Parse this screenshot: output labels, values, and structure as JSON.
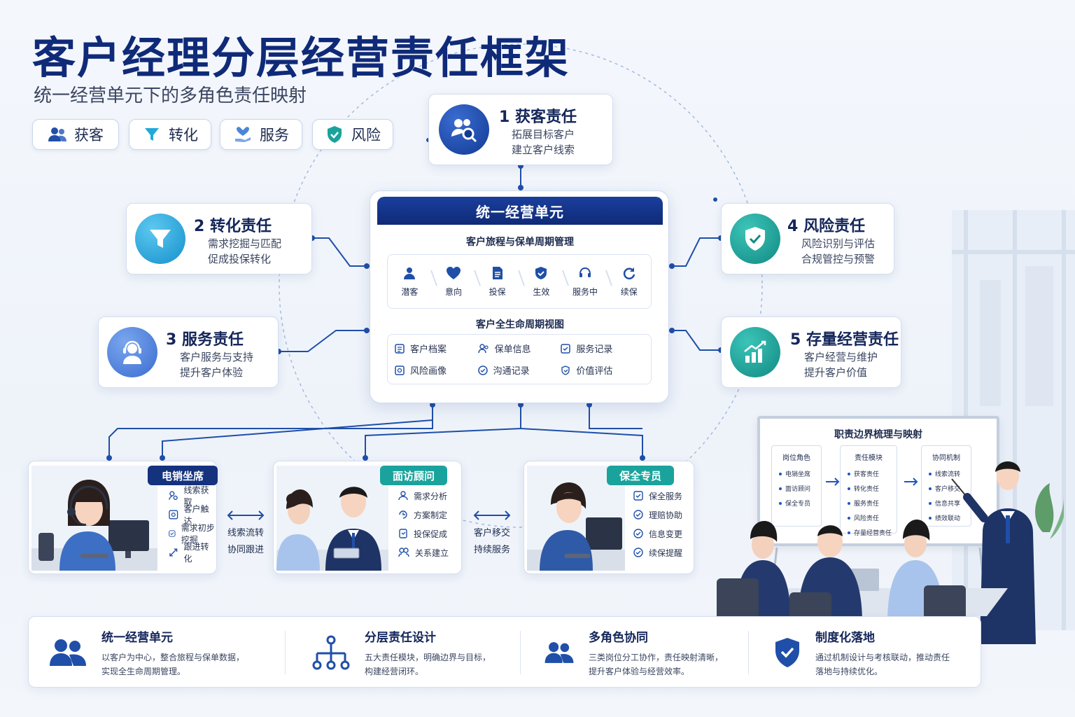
{
  "title": "客户经理分层经营责任框架",
  "subtitle": "统一经营单元下的多角色责任映射",
  "tags": [
    "获客",
    "转化",
    "服务",
    "风险"
  ],
  "responsibilities": {
    "r1": {
      "title": "1  获客责任",
      "line1": "拓展目标客户",
      "line2": "建立客户线索"
    },
    "r2": {
      "title": "2  转化责任",
      "line1": "需求挖掘与匹配",
      "line2": "促成投保转化"
    },
    "r3": {
      "title": "3  服务责任",
      "line1": "客户服务与支持",
      "line2": "提升客户体验"
    },
    "r4": {
      "title": "4  风险责任",
      "line1": "风险识别与评估",
      "line2": "合规管控与预警"
    },
    "r5": {
      "title": "5  存量经营责任",
      "line1": "客户经营与维护",
      "line2": "提升客户价值"
    }
  },
  "center": {
    "title": "统一经营单元",
    "journey_label": "客户旅程与保单周期管理",
    "journey_steps": [
      "潜客",
      "意向",
      "投保",
      "生效",
      "服务中",
      "续保"
    ],
    "lifecycle_label": "客户全生命周期视图",
    "lifecycle_items": [
      "客户档案",
      "保单信息",
      "服务记录",
      "风险画像",
      "沟通记录",
      "价值评估"
    ]
  },
  "roles": [
    {
      "name": "电销坐席",
      "items": [
        "线索获取",
        "客户触达",
        "需求初步挖掘",
        "跟进转化"
      ]
    },
    {
      "name": "面访顾问",
      "items": [
        "需求分析",
        "方案制定",
        "投保促成",
        "关系建立"
      ]
    },
    {
      "name": "保全专员",
      "items": [
        "保全服务",
        "理赔协助",
        "信息变更",
        "续保提醒"
      ]
    }
  ],
  "flows": [
    {
      "line1": "线索流转",
      "line2": "协同跟进"
    },
    {
      "line1": "客户移交",
      "line2": "持续服务"
    }
  ],
  "board": {
    "title": "职责边界梳理与映射",
    "cols": [
      {
        "head": "岗位角色",
        "items": [
          "电销坐席",
          "面访顾问",
          "保全专员"
        ]
      },
      {
        "head": "责任模块",
        "items": [
          "获客责任",
          "转化责任",
          "服务责任",
          "风险责任",
          "存量经营责任"
        ]
      },
      {
        "head": "协同机制",
        "items": [
          "线索流转",
          "客户移交",
          "信息共享",
          "绩效联动"
        ]
      }
    ]
  },
  "bottom": [
    {
      "title": "统一经营单元",
      "desc1": "以客户为中心，整合旅程与保单数据，",
      "desc2": "实现全生命周期管理。"
    },
    {
      "title": "分层责任设计",
      "desc1": "五大责任模块，明确边界与目标，",
      "desc2": "构建经营闭环。"
    },
    {
      "title": "多角色协同",
      "desc1": "三类岗位分工协作，责任映射清晰，",
      "desc2": "提升客户体验与经营效率。"
    },
    {
      "title": "制度化落地",
      "desc1": "通过机制设计与考核联动，推动责任",
      "desc2": "落地与持续优化。"
    }
  ],
  "colors": {
    "navy": "#0f2a78",
    "blue": "#1f56c2",
    "cyan": "#21a9d8",
    "teal": "#1aa39c"
  }
}
